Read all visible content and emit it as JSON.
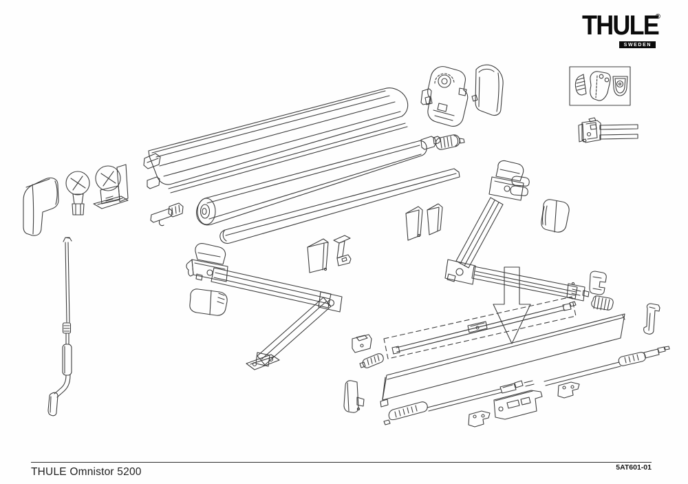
{
  "header": {
    "logo": {
      "brand": "THULE",
      "registered_mark": "®",
      "subtitle": "SWEDEN"
    }
  },
  "footer": {
    "product_title": "THULE Omnistor 5200",
    "document_number": "5AT601-01"
  },
  "colors": {
    "background": "#fefefe",
    "drawing_line": "#3c3c3c",
    "dark_fill": "#2e2e2e",
    "arrow_red": "#da2128",
    "featured_box_blue": "#5f6fc5",
    "accent_mark_blue": "#4a5bd0",
    "logo_black": "#0b0b0b"
  },
  "diagram": {
    "type": "exploded-parts-drawing",
    "parts": [
      "awning-case-profile",
      "roller-tube",
      "roller-spigot",
      "front-flap-strip",
      "end-cover-cap-left",
      "gear-knob",
      "mounting-bracket-left",
      "crank-handle",
      "motor-gear-unit",
      "end-cover-shell-right",
      "coupling-cylinder",
      "left-spring-arm",
      "left-arm-foot",
      "arm-cover-left",
      "right-spring-arm",
      "arm-cover-right",
      "fabric-plate",
      "c-bracket",
      "fabric-guard-plate-a",
      "fabric-guard-plate-b",
      "clamp-small",
      "ribbed-adapter",
      "wall-bracket-right",
      "dashed-selection-box",
      "tension-rafter",
      "red-arrow",
      "front-lead-rail-panel",
      "panel-end-cap",
      "support-rod-left",
      "support-rod-right",
      "slider-clamp-a",
      "glide-bracket",
      "slider-clamp-b",
      "featured-parts-box",
      "screw",
      "bracket-plate",
      "cap-part",
      "roller-carrier"
    ]
  }
}
